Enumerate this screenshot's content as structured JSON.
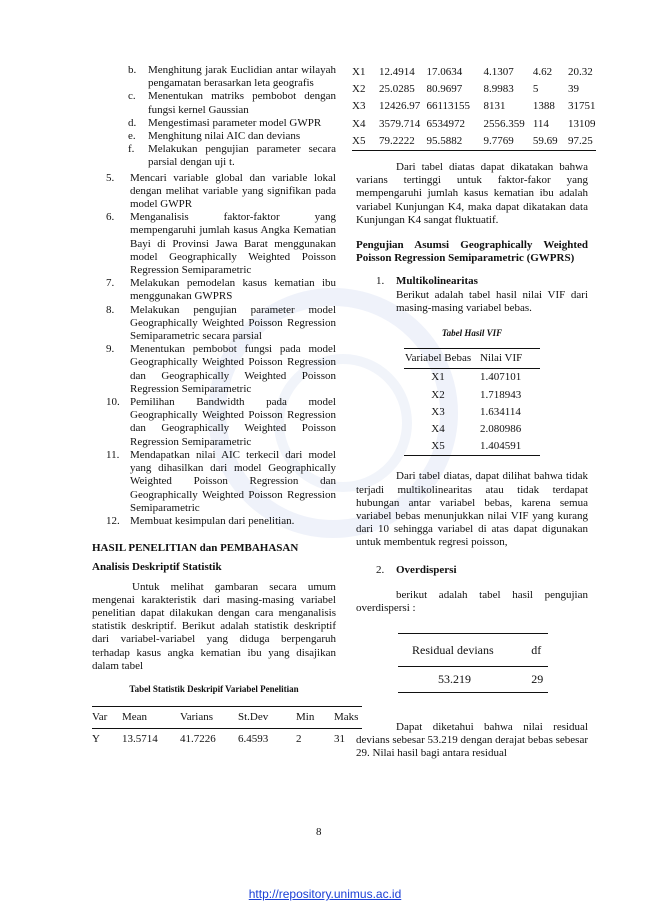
{
  "left": {
    "sub_items": [
      {
        "m": "b.",
        "t": "Menghitung jarak Euclidian antar wilayah pengamatan berasarkan leta geografis"
      },
      {
        "m": "c.",
        "t": "Menentukan matriks pembobot dengan fungsi kernel Gaussian"
      },
      {
        "m": "d.",
        "t": "Mengestimasi parameter model GWPR"
      },
      {
        "m": "e.",
        "t": "Menghitung nilai AIC dan devians"
      },
      {
        "m": "f.",
        "t": "Melakukan pengujian parameter secara parsial dengan uji t."
      }
    ],
    "steps": [
      {
        "m": "5.",
        "t": "Mencari variable global dan variable lokal dengan melihat variable yang signifikan pada model GWPR"
      },
      {
        "m": "6.",
        "t": "Menganalisis faktor-faktor yang mempengaruhi jumlah kasus Angka Kematian Bayi di Provinsi Jawa Barat menggunakan model Geographically Weighted Poisson Regression Semiparametric"
      },
      {
        "m": "7.",
        "t": "Melakukan pemodelan kasus kematian ibu menggunakan GWPRS"
      },
      {
        "m": "8.",
        "t": "Melakukan pengujian parameter model Geographically Weighted Poisson Regression Semiparametric secara parsial"
      },
      {
        "m": "9.",
        "t": "Menentukan pembobot fungsi pada model Geographically Weighted Poisson Regression dan Geographically Weighted Poisson Regression Semiparametric"
      },
      {
        "m": "10.",
        "t": "Pemilihan Bandwidth pada model Geographically Weighted Poisson Regression dan Geographically Weighted Poisson Regression Semiparametric"
      },
      {
        "m": "11.",
        "t": "Mendapatkan nilai AIC terkecil dari model yang dihasilkan dari model Geographically Weighted Poisson Regression dan Geographically Weighted Poisson Regression Semiparametric"
      },
      {
        "m": "12.",
        "t": "Membuat kesimpulan dari penelitian."
      }
    ],
    "heading_main": "HASIL PENELITIAN dan PEMBAHASAN",
    "heading_sub": "Analisis Deskriptif Statistik",
    "desc_paragraph": "Untuk melihat gambaran secara umum mengenai karakteristik dari masing-masing variabel penelitian dapat dilakukan dengan cara menganalisis statistik deskriptif. Berikut adalah statistik deskriptif dari variabel-variabel yang diduga berpengaruh terhadap kasus angka kematian ibu yang disajikan dalam tabel",
    "desc_table_caption": "Tabel Statistik Deskripif Variabel Penelitian",
    "desc_table_headers": [
      "Var",
      "Mean",
      "Varians",
      "St.Dev",
      "Min",
      "Maks"
    ],
    "desc_table_row_y": [
      "Y",
      "13.5714",
      "41.7226",
      "6.4593",
      "2",
      "31"
    ]
  },
  "right": {
    "desc_table_rows": [
      [
        "X1",
        "12.4914",
        "17.0634",
        "4.1307",
        "4.62",
        "20.32"
      ],
      [
        "X2",
        "25.0285",
        "80.9697",
        "8.9983",
        "5",
        "39"
      ],
      [
        "X3",
        "12426.97",
        "66113155",
        "8131",
        "1388",
        "31751"
      ],
      [
        "X4",
        "3579.714",
        "6534972",
        "2556.359",
        "114",
        "13109"
      ],
      [
        "X5",
        "79.2222",
        "95.5882",
        "9.7769",
        "59.69",
        "97.25"
      ]
    ],
    "para_varians": "Dari tabel diatas dapat dikatakan bahwa varians tertinggi untuk faktor-fakor yang mempengaruhi jumlah kasus kematian ibu adalah variabel Kunjungan K4, maka dapat dikatakan data Kunjungan K4 sangat fluktuatif.",
    "heading_gwprs": "Pengujian Asumsi Geographically Weighted Poisson Regression Semiparametric (GWPRS)",
    "item1_marker": "1.",
    "item1_title": "Multikolinearitas",
    "item1_text": "Berikut adalah tabel hasil nilai VIF dari masing-masing variabel bebas.",
    "vif_caption": "Tabel Hasil VIF",
    "vif_headers": [
      "Variabel Bebas",
      "Nilai VIF"
    ],
    "vif_rows": [
      [
        "X1",
        "1.407101"
      ],
      [
        "X2",
        "1.718943"
      ],
      [
        "X3",
        "1.634114"
      ],
      [
        "X4",
        "2.080986"
      ],
      [
        "X5",
        "1.404591"
      ]
    ],
    "para_vif": "Dari tabel diatas, dapat dilihat bahwa tidak terjadi multikolinearitas atau tidak terdapat hubungan antar variabel bebas, karena semua variabel bebas menunjukkan nilai VIF yang kurang dari 10 sehingga variabel di atas dapat digunakan untuk membentuk regresi poisson,",
    "item2_marker": "2.",
    "item2_title": "Overdispersi",
    "item2_text": "berikut adalah tabel hasil pengujian overdispersi :",
    "od_headers": [
      "Residual devians",
      "df"
    ],
    "od_row": [
      "53.219",
      "29"
    ],
    "para_od": "Dapat diketahui bahwa nilai residual devians sebesar 53.219 dengan derajat bebas sebesar 29. Nilai hasil bagi antara residual"
  },
  "page_number": "8",
  "footer_link": "http://repository.unimus.ac.id"
}
